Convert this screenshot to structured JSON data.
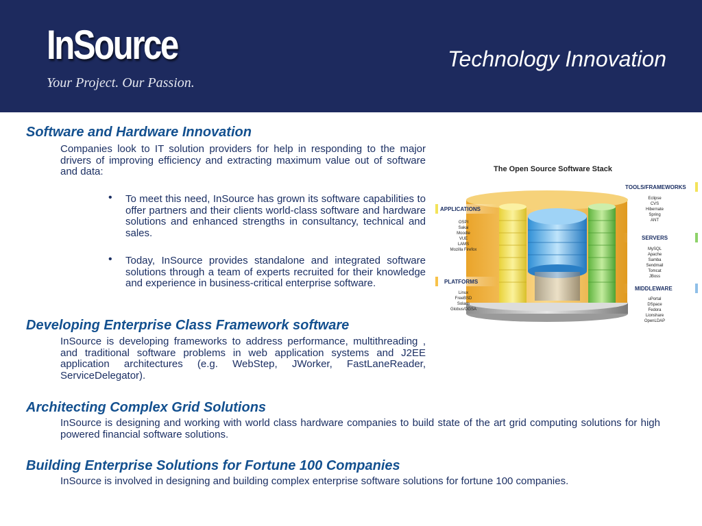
{
  "header": {
    "logo": "InSource",
    "tagline": "Your Project. Our Passion.",
    "title": "Technology Innovation"
  },
  "sections": [
    {
      "heading": "Software and Hardware Innovation",
      "paragraph": "Companies look to IT solution providers for help in responding to the major drivers of improving efficiency and extracting maximum value out of software and data:",
      "bullets": [
        "To meet this need, InSource has grown its software capabilities to offer partners and their clients world-class software and hardware solutions and enhanced strengths in consultancy, technical and  sales.",
        "Today, InSource provides standalone and integrated software solutions through a team of experts recruited for their knowledge and experience in business-critical enterprise software."
      ]
    },
    {
      "heading": "Developing Enterprise Class Framework software",
      "paragraph": "InSource is developing frameworks to address performance, multithreading , and traditional software problems in web application systems and J2EE application architectures (e.g. WebStep, JWorker, FastLaneReader, ServiceDelegator)."
    },
    {
      "heading": "Architecting Complex Grid Solutions",
      "paragraph": "InSource is designing and working with world class hardware companies to build state of the art grid computing solutions for high powered financial software solutions."
    },
    {
      "heading": "Building Enterprise Solutions for Fortune 100 Companies",
      "paragraph": "InSource is involved in designing and building complex enterprise software solutions for fortune 100 companies."
    }
  ],
  "diagram": {
    "title": "The Open Source Software Stack",
    "groups": [
      {
        "label": "APPLICATIONS",
        "items": [
          "OSPI",
          "Sakai",
          "Moodle",
          "VUE",
          "LAMS",
          "Mozilla Firefox"
        ],
        "color": "#f3e35a"
      },
      {
        "label": "PLATFORMS",
        "items": [
          "Linux",
          "FreeBSD",
          "Solaris",
          "Globus/OGSA"
        ],
        "color": "#f7c24a"
      },
      {
        "label": "TOOLS/FRAMEWORKS",
        "items": [
          "Eclipse",
          "CVS",
          "Hibernate",
          "Spring",
          "ANT"
        ],
        "color": "#f3e35a"
      },
      {
        "label": "SERVERS",
        "items": [
          "MySQL",
          "Apache",
          "Samba",
          "Sendmail",
          "Tomcat",
          "JBoss"
        ],
        "color": "#8ed26a"
      },
      {
        "label": "MIDDLEWARE",
        "items": [
          "uPortal",
          "DSpace",
          "Fedora",
          "Lionshare",
          "OpenLDAP"
        ],
        "color": "#8fbfe8"
      }
    ]
  }
}
